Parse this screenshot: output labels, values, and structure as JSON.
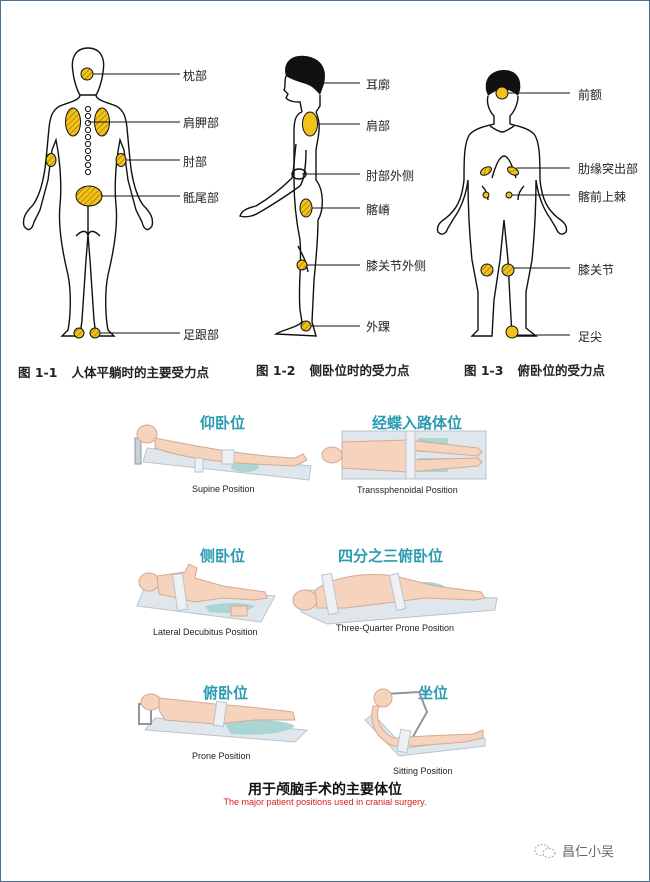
{
  "colors": {
    "frame_border": "#4a6f8e",
    "pressure_point": "#f2c21b",
    "title_teal": "#2a9bb0",
    "subtitle_red": "#d42020",
    "skin": "#f5d3bd",
    "table": "#dfe6ec",
    "cushion": "#a9d6d3"
  },
  "figure_1_1": {
    "number": "图 1-1",
    "caption": "人体平躺时的主要受力点",
    "labels": [
      "枕部",
      "肩胛部",
      "肘部",
      "骶尾部",
      "足跟部"
    ]
  },
  "figure_1_2": {
    "number": "图 1-2",
    "caption": "侧卧位时的受力点",
    "labels": [
      "耳廓",
      "肩部",
      "肘部外侧",
      "髂嵴",
      "膝关节外侧",
      "外踝"
    ]
  },
  "figure_1_3": {
    "number": "图 1-3",
    "caption": "俯卧位的受力点",
    "labels": [
      "前额",
      "肋缘突出部",
      "髂前上棘",
      "膝关节",
      "足尖"
    ]
  },
  "positions": [
    {
      "title_cn": "仰卧位",
      "title_en": "Supine Position"
    },
    {
      "title_cn": "经蝶入路体位",
      "title_en": "Transsphenoidal Position"
    },
    {
      "title_cn": "侧卧位",
      "title_en": "Lateral Decubitus Position"
    },
    {
      "title_cn": "四分之三俯卧位",
      "title_en": "Three-Quarter Prone Position"
    },
    {
      "title_cn": "俯卧位",
      "title_en": "Prone Position"
    },
    {
      "title_cn": "坐位",
      "title_en": "Sitting Position"
    }
  ],
  "bottom": {
    "title_cn": "用于颅脑手术的主要体位",
    "title_en": "The major patient positions used in cranial surgery."
  },
  "watermark": {
    "icon": "wechat-icon",
    "text": "昌仁小吴"
  }
}
